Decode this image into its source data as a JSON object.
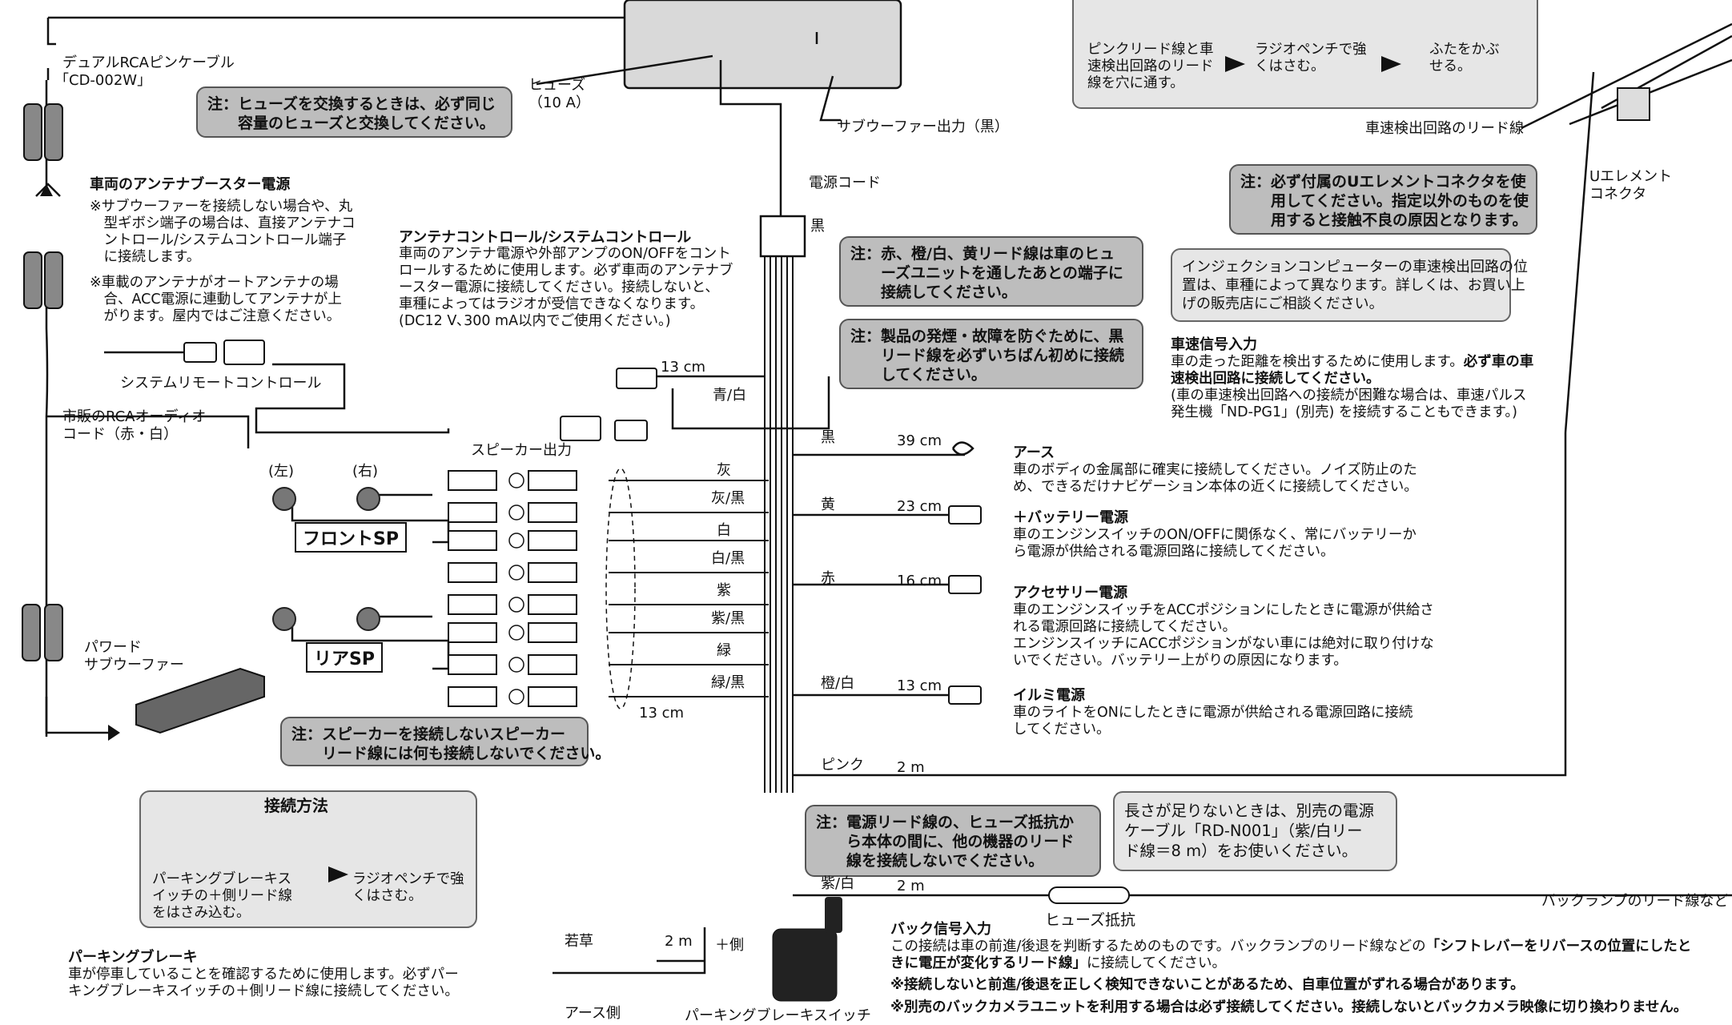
{
  "rca_cable": {
    "name": "デュアルRCAピンケーブル",
    "model": "「CD-002W」"
  },
  "fuse_note": "注：ヒューズを交換するときは、必ず同じ\n　　容量のヒューズと交換してください。",
  "fuse_label": "ヒューズ\n（10 A）",
  "subwoofer_out": "サブウーファー出力（黒）",
  "antenna_booster": {
    "title": "車両のアンテナブースター電源",
    "note1": "※サブウーファーを接続しない場合や、丸\n　型ギボシ端子の場合は、直接アンテナコ\n　ントロール/システムコントロール端子\n　に接続します。",
    "note2": "※車載のアンテナがオートアンテナの場\n　合、ACC電源に連動してアンテナが上\n　がります。屋内ではご注意ください。"
  },
  "power_cord": "電源コード",
  "black": "黒",
  "antenna_control": {
    "title": "アンテナコントロール/システムコントロール",
    "body": "車両のアンテナ電源や外部アンプのON/OFFをコント\nロールするために使用します。必ず車両のアンテナブ\nースター電源に接続してください。接続しないと、\n車種によってはラジオが受信できなくなります。\n(DC12 V､300 mA以内でご使用ください。)"
  },
  "note_red_orange_yellow": "注：赤、橙/白、黄リード線は車のヒュ\n　　ーズユニットを通したあとの端子に\n　　接続してください。",
  "note_black_first": "注：製品の発煙・故障を防ぐために、黒\n　　リード線を必ずいちばん初めに接続\n　　してください。",
  "injection_box": "インジェクションコンピューターの車速検出回路の位\n置は、車種によって異なります。詳しくは、お買い上\nげの販売店にご相談ください。",
  "u_element_note": "注：必ず付属のUエレメントコネクタを使\n　　用してください。指定以外のものを使\n　　用すると接触不良の原因となります。",
  "u_element_label": "Uエレメント\nコネクタ",
  "speed_lead_label": "車速検出回路のリード線",
  "pink_steps": {
    "s1": "ピンクリード線と車\n速検出回路のリード\n線を穴に通す。",
    "s2": "ラジオペンチで強\nくはさむ。",
    "s3": "ふたをかぶ\nせる。"
  },
  "speed_signal": {
    "title": "車速信号入力",
    "body1": "車の走った距離を検出するために使用します。",
    "body1b": "必ず車の車",
    "body2b": "速検出回路に接続してください。",
    "body3": "(車の車速検出回路への接続が困難な場合は、車速パルス\n発生機「ND-PG1」(別売) を接続することもできます。)"
  },
  "system_remote": "システムリモートコントロール",
  "len_13cm_top": "13 cm",
  "blue_white": "青/白",
  "rca_audio": "市販のRCAオーディオ\nコード（赤・白）",
  "speaker_output": "スピーカー出力",
  "left": "(左)",
  "right": "(右)",
  "front_sp": "フロントSP",
  "rear_sp": "リアSP",
  "wire_colors": [
    "灰",
    "灰/黒",
    "白",
    "白/黒",
    "紫",
    "紫/黒",
    "緑",
    "緑/黒"
  ],
  "len_13cm_bottom": "13 cm",
  "subwoofer": "パワード\nサブウーファー",
  "note_speaker": "注：スピーカーを接続しないスピーカー\n　　リード線には何も接続しないでください。",
  "leads": [
    {
      "color": "黒",
      "len": "39 cm",
      "title": "アース",
      "body": "車のボディの金属部に確実に接続してください。ノイズ防止のた\nめ、できるだけナビゲーション本体の近くに接続してください。"
    },
    {
      "color": "黄",
      "len": "23 cm",
      "title": "＋バッテリー電源",
      "body": "車のエンジンスイッチのON/OFFに関係なく、常にバッテリーか\nら電源が供給される電源回路に接続してください。"
    },
    {
      "color": "赤",
      "len": "16 cm",
      "title": "アクセサリー電源",
      "body": "車のエンジンスイッチをACCポジションにしたときに電源が供給さ\nれる電源回路に接続してください。\nエンジンスイッチにACCポジションがない車には絶対に取り付けな\nいでください。バッテリー上がりの原因になります。"
    },
    {
      "color": "橙/白",
      "len": "13 cm",
      "title": "イルミ電源",
      "body": "車のライトをONにしたときに電源が供給される電源回路に接続\nしてください。"
    }
  ],
  "pink": {
    "color": "ピンク",
    "len": "2 m"
  },
  "connect_method": {
    "title": "接続方法",
    "s1": "パーキングブレーキス\nイッチの＋側リード線\nをはさみ込む。",
    "s2": "ラジオペンチで強\nくはさむ。"
  },
  "note_power_lead": "注：電源リード線の、ヒューズ抵抗か\n　　ら本体の間に、他の機器のリード\n　　線を接続しないでください。",
  "rdn_box": "長さが足りないときは、別売の電源\nケーブル「RD-N001」（紫/白リー\nド線＝8 m）をお使いください。",
  "purple_white": {
    "color": "紫/白",
    "len": "2 m"
  },
  "fuse_resistor": "ヒューズ抵抗",
  "back_lamp_lead": "バックランプのリード線など",
  "back_signal": {
    "title": "バック信号入力",
    "body1a": "この接続は車の前進/後退を判断するためのものです。バックランプのリード線などの",
    "body1b": "「シフトレバーをリバースの位置にしたと",
    "body2b": "きに電圧が変化するリード線」",
    "body2a": "に接続してください。",
    "note1": "※接続しないと前進/後退を正しく検知できないことがあるため、自車位置がずれる場合があります。",
    "note2": "※別売のバックカメラユニットを利用する場合は必ず接続してください。接続しないとバックカメラ映像に切り換わりません。"
  },
  "parking_brake": {
    "title": "パーキングブレーキ",
    "body": "車が停車していることを確認するために使用します。必ずパー\nキングブレーキスイッチの＋側リード線に接続してください。",
    "young_green": "若草",
    "len": "2 m",
    "plus_side": "＋側",
    "ground_side": "アース側",
    "switch": "パーキングブレーキスイッチ"
  }
}
